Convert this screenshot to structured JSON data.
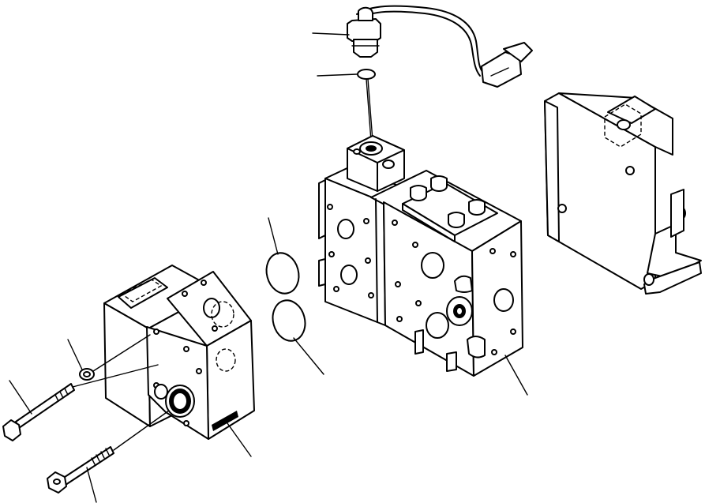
{
  "diagram": {
    "kind": "exploded parts view",
    "parts": [
      {
        "id": "pressure-sensor",
        "icon": "sensor-with-wire-harness"
      },
      {
        "id": "sensor-o-ring",
        "icon": "o-ring"
      },
      {
        "id": "valve-block",
        "icon": "control-valve-block"
      },
      {
        "id": "mounting-bracket",
        "icon": "bracket"
      },
      {
        "id": "gasket-upper",
        "icon": "o-ring"
      },
      {
        "id": "gasket-lower",
        "icon": "o-ring"
      },
      {
        "id": "end-block",
        "icon": "valve-end-block"
      },
      {
        "id": "washer",
        "icon": "washer"
      },
      {
        "id": "bolt-upper",
        "icon": "bolt"
      },
      {
        "id": "bolt-lower",
        "icon": "bolt"
      }
    ],
    "callout_count": 10
  }
}
